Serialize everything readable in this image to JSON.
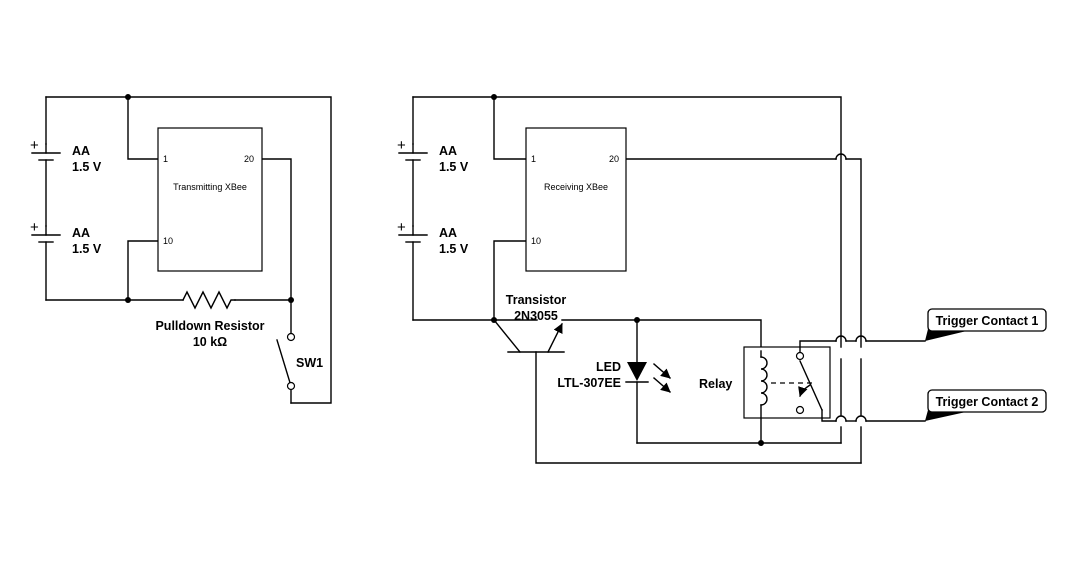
{
  "transmitter": {
    "battery_top": {
      "name": "AA",
      "voltage": "1.5 V"
    },
    "battery_bottom": {
      "name": "AA",
      "voltage": "1.5 V"
    },
    "xbee_label": "Transmitting XBee",
    "pin1": "1",
    "pin10": "10",
    "pin20": "20",
    "resistor_name": "Pulldown Resistor",
    "resistor_value": "10 kΩ",
    "switch_label": "SW1"
  },
  "receiver": {
    "battery_top": {
      "name": "AA",
      "voltage": "1.5 V"
    },
    "battery_bottom": {
      "name": "AA",
      "voltage": "1.5 V"
    },
    "xbee_label": "Receiving XBee",
    "pin1": "1",
    "pin10": "10",
    "pin20": "20",
    "transistor_name": "Transistor",
    "transistor_part": "2N3055",
    "led_name": "LED",
    "led_part": "LTL-307EE",
    "relay_label": "Relay",
    "trigger1": "Trigger Contact 1",
    "trigger2": "Trigger Contact 2"
  },
  "plus_sign": "+"
}
